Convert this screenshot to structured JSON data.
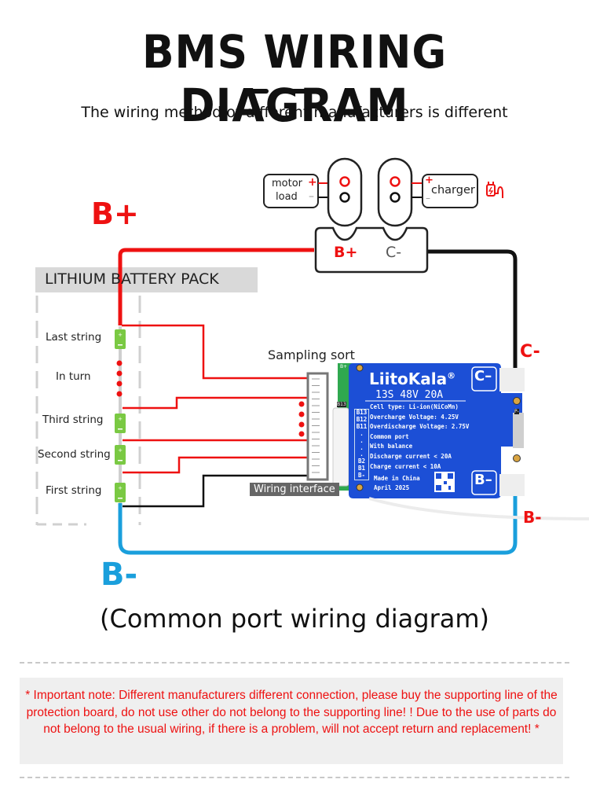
{
  "header": {
    "title": "BMS WIRING DIAGRAM",
    "subtitle": "The wiring method of different manufacturers is different"
  },
  "colors": {
    "positive": "#ee1111",
    "negative_common": "#111111",
    "negative_battery": "#1a9fdc",
    "board": "#1c4fd6",
    "cell": "#7ac943"
  },
  "connectors": {
    "load": {
      "line1": "motor",
      "line2": "load",
      "plus": "+",
      "minus": "–"
    },
    "charger": {
      "label": "charger",
      "plus": "+",
      "minus": "–",
      "icon": "charger-plug-icon"
    },
    "plug": {
      "b_plus": "B+",
      "c_minus": "C-"
    }
  },
  "labels": {
    "b_plus": "B+",
    "b_minus": "B-",
    "c_minus_side": "C-",
    "b_minus_side": "B-",
    "pack_title": "LITHIUM BATTERY PACK",
    "sampling_sort": "Sampling sort",
    "wiring_interface": "Wiring interface"
  },
  "cells": [
    {
      "label": "Last string"
    },
    {
      "label": "In turn"
    },
    {
      "label": "Third string"
    },
    {
      "label": "Second string"
    },
    {
      "label": "First string"
    }
  ],
  "board": {
    "brand": "LiitoKala",
    "reg": "®",
    "spec": "13S  48V  20A",
    "lines": [
      "Cell type: Li-ion(NiCoMn)",
      "Overcharge Voltage: 4.25V",
      "Overdischarge Voltage: 2.75V",
      "Commom port",
      "With balance",
      "Discharge current < 20A",
      "Charge current < 10A"
    ],
    "pins": [
      "B13",
      "B12",
      "B11",
      ".",
      ".",
      ".",
      ".",
      "B2",
      "B1",
      "B-"
    ],
    "made": "Made in China",
    "date": "April 2025",
    "port_c": "C–",
    "port_b": "B–",
    "pcb_b_plus": "B+",
    "pcb_b13": "B13",
    "pcb_p": "P-"
  },
  "caption": "(Common port wiring diagram)",
  "note": "* Important note: Different manufacturers different connection, please buy the supporting line of the protection board, do not use other do not belong to the supporting line! ! Due to the use of parts do not belong to the usual wiring, if there is a problem, will not accept return and replacement! *"
}
